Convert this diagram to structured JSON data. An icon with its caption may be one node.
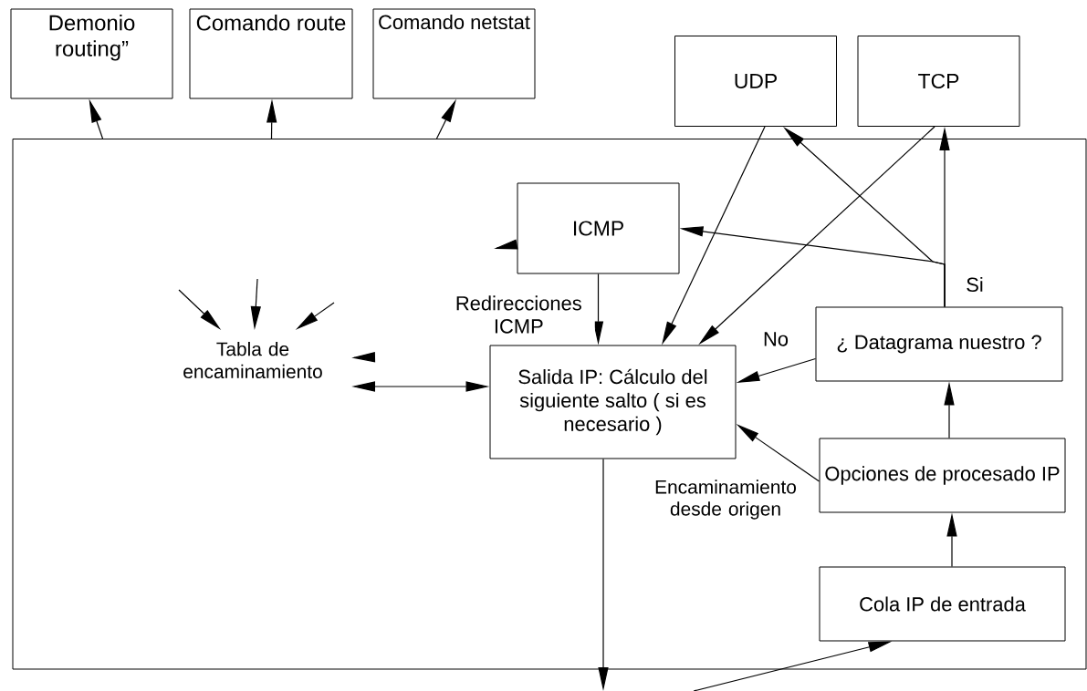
{
  "diagram": {
    "nodes": [
      {
        "text": [],
        "shape": "box"
      },
      {
        "text": [
          "Demonio routing”"
        ]
      },
      {
        "text": [
          "Comando route"
        ]
      },
      {
        "text": [
          "Comando netstat"
        ]
      },
      {
        "text": [
          "UDP"
        ]
      },
      {
        "text": [
          "TCP"
        ]
      },
      {
        "text": [
          "ICMP"
        ],
        "in": 0
      },
      {
        "text": [
          "Tabla de encaminamiento"
        ],
        "in": 0
      },
      {
        "text": [
          "Salida IP: Cálculo del siguiente salto ( si es necesario )"
        ],
        "in": 0
      },
      {
        "text": [
          "¿ Datagrama nuestro ?"
        ],
        "in": 0
      },
      {
        "text": [
          "Opciones de procesado IP"
        ],
        "in": 0
      },
      {
        "text": [
          "Cola IP de entrada"
        ],
        "in": 0
      }
    ],
    "edges": [
      {
        "from": 0,
        "to": 1,
        "arrow": "to"
      },
      {
        "from": 0,
        "to": 2,
        "arrow": "to"
      },
      {
        "from": 0,
        "to": 3,
        "arrow": "to"
      },
      {
        "from": null,
        "to": 7,
        "arrow": "to"
      },
      {
        "from": null,
        "to": 7,
        "arrow": "to"
      },
      {
        "from": null,
        "to": 7,
        "arrow": "to"
      },
      {
        "from": null,
        "to": 7,
        "arrow": "to"
      },
      {
        "from": 6,
        "to": null,
        "arrow": "to"
      },
      {
        "from": 7,
        "to": 8,
        "arrow": "both"
      },
      {
        "from": 6,
        "to": 8,
        "arrow": "to",
        "label": "Redirecciones ICMP"
      },
      {
        "from": 4,
        "to": 8,
        "arrow": "to"
      },
      {
        "from": 5,
        "to": 8,
        "arrow": "to"
      },
      {
        "from": 9,
        "to": 8,
        "arrow": "to",
        "label": "No"
      },
      {
        "from": 10,
        "to": 8,
        "arrow": "to",
        "label": "Encaminamiento desde origen"
      },
      {
        "from": 11,
        "to": 10,
        "arrow": "to"
      },
      {
        "from": 10,
        "to": 9,
        "arrow": "to"
      },
      {
        "from": 9,
        "to": 5,
        "arrow": "to",
        "label": "Si"
      },
      {
        "from": 9,
        "to": 4,
        "arrow": "to"
      },
      {
        "from": 9,
        "to": 6,
        "arrow": "to"
      },
      {
        "from": 8,
        "to": null,
        "arrow": "to"
      },
      {
        "from": null,
        "to": 11,
        "arrow": "to"
      }
    ]
  }
}
